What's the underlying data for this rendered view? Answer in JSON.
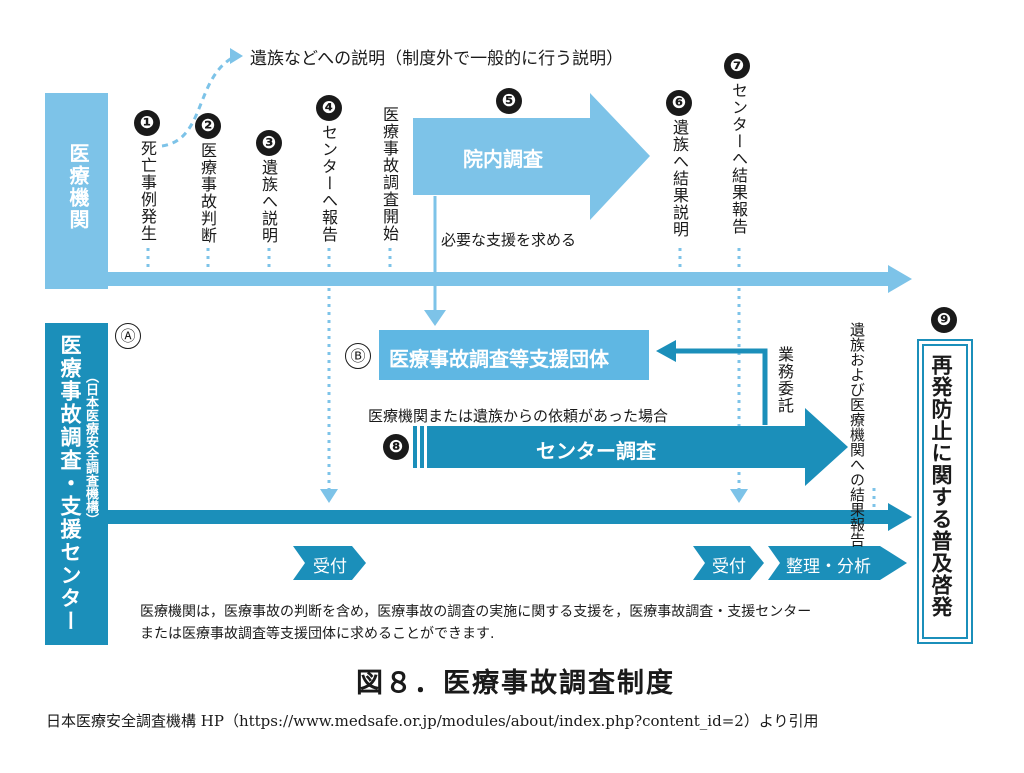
{
  "top_note": "遺族などへの説明（制度外で一般的に行う説明）",
  "hospital_label": "医療機関",
  "center_label": "医療事故調査・支援センター",
  "center_sub_label": "（日本医療安全調査機構）",
  "markers": {
    "a": "Ⓐ",
    "b": "Ⓑ"
  },
  "steps": [
    {
      "num": "❶",
      "label": "死亡事例発生"
    },
    {
      "num": "❷",
      "label": "医療事故判断"
    },
    {
      "num": "❸",
      "label": "遺族へ説明"
    },
    {
      "num": "❹",
      "label": "センターへ報告"
    },
    {
      "num": "",
      "label": "医療事故調査開始"
    },
    {
      "num": "❺",
      "label": "院内調査"
    },
    {
      "num": "❻",
      "label": "遺族へ結果説明"
    },
    {
      "num": "❼",
      "label": "センターへ結果報告"
    },
    {
      "num": "❽",
      "label": "センター調査"
    },
    {
      "num": "❾",
      "label": "再発防止に関する普及啓発"
    }
  ],
  "support_request_note": "必要な支援を求める",
  "support_org_label": "医療事故調査等支援団体",
  "request_condition_note": "医療機関または遺族からの依頼があった場合",
  "outsourcing_label": "業務委託",
  "report_to_families_label": "遺族および医療機関への結果報告",
  "receipt_label_1": "受付",
  "receipt_label_2": "受付",
  "analysis_label": "整理・分析",
  "footnote_line1": "医療機関は，医療事故の判断を含め，医療事故の調査の実施に関する支援を，医療事故調査・支援センター",
  "footnote_line2": "または医療事故調査等支援団体に求めることができます.",
  "figure_title": "図８．医療事故調査制度",
  "citation": "日本医療安全調査機構 HP（https://www.medsafe.or.jp/modules/about/index.php?content_id=2）より引用",
  "colors": {
    "light_blue": "#7dc3e8",
    "dark_blue": "#1b8fba",
    "support_org_blue": "#5fb7e3",
    "text": "#1a1a1a"
  }
}
